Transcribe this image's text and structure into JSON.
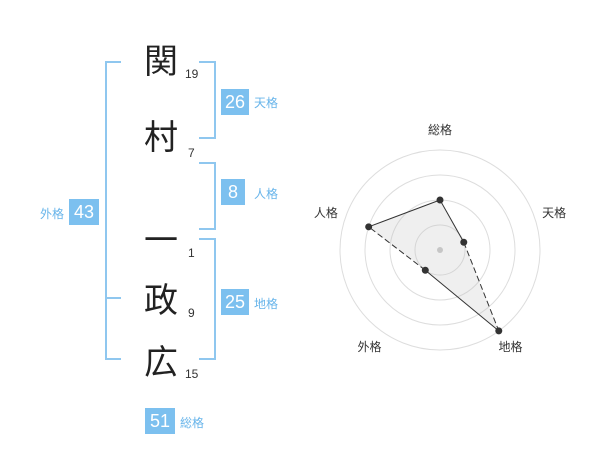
{
  "name": {
    "characters": [
      {
        "char": "関",
        "strokes": "19"
      },
      {
        "char": "村",
        "strokes": "7"
      },
      {
        "char": "一",
        "strokes": "1"
      },
      {
        "char": "政",
        "strokes": "9"
      },
      {
        "char": "広",
        "strokes": "15"
      }
    ]
  },
  "fortunes": {
    "tenkaku": {
      "value": "26",
      "label": "天格"
    },
    "jinkaku": {
      "value": "8",
      "label": "人格"
    },
    "chikaku": {
      "value": "25",
      "label": "地格"
    },
    "gaikaku": {
      "value": "43",
      "label": "外格"
    },
    "soukaku": {
      "value": "51",
      "label": "総格"
    }
  },
  "colors": {
    "accent": "#7cc0ef",
    "bracket": "#8fc7ef",
    "label": "#67b4ea"
  },
  "chart_data": {
    "type": "radar",
    "axes": [
      "総格",
      "天格",
      "地格",
      "外格",
      "人格"
    ],
    "scale_max": 4,
    "rings": 4,
    "values": [
      2,
      1,
      4,
      1,
      3
    ],
    "dashed_edges": [
      [
        1,
        2
      ],
      [
        3,
        4
      ]
    ]
  }
}
